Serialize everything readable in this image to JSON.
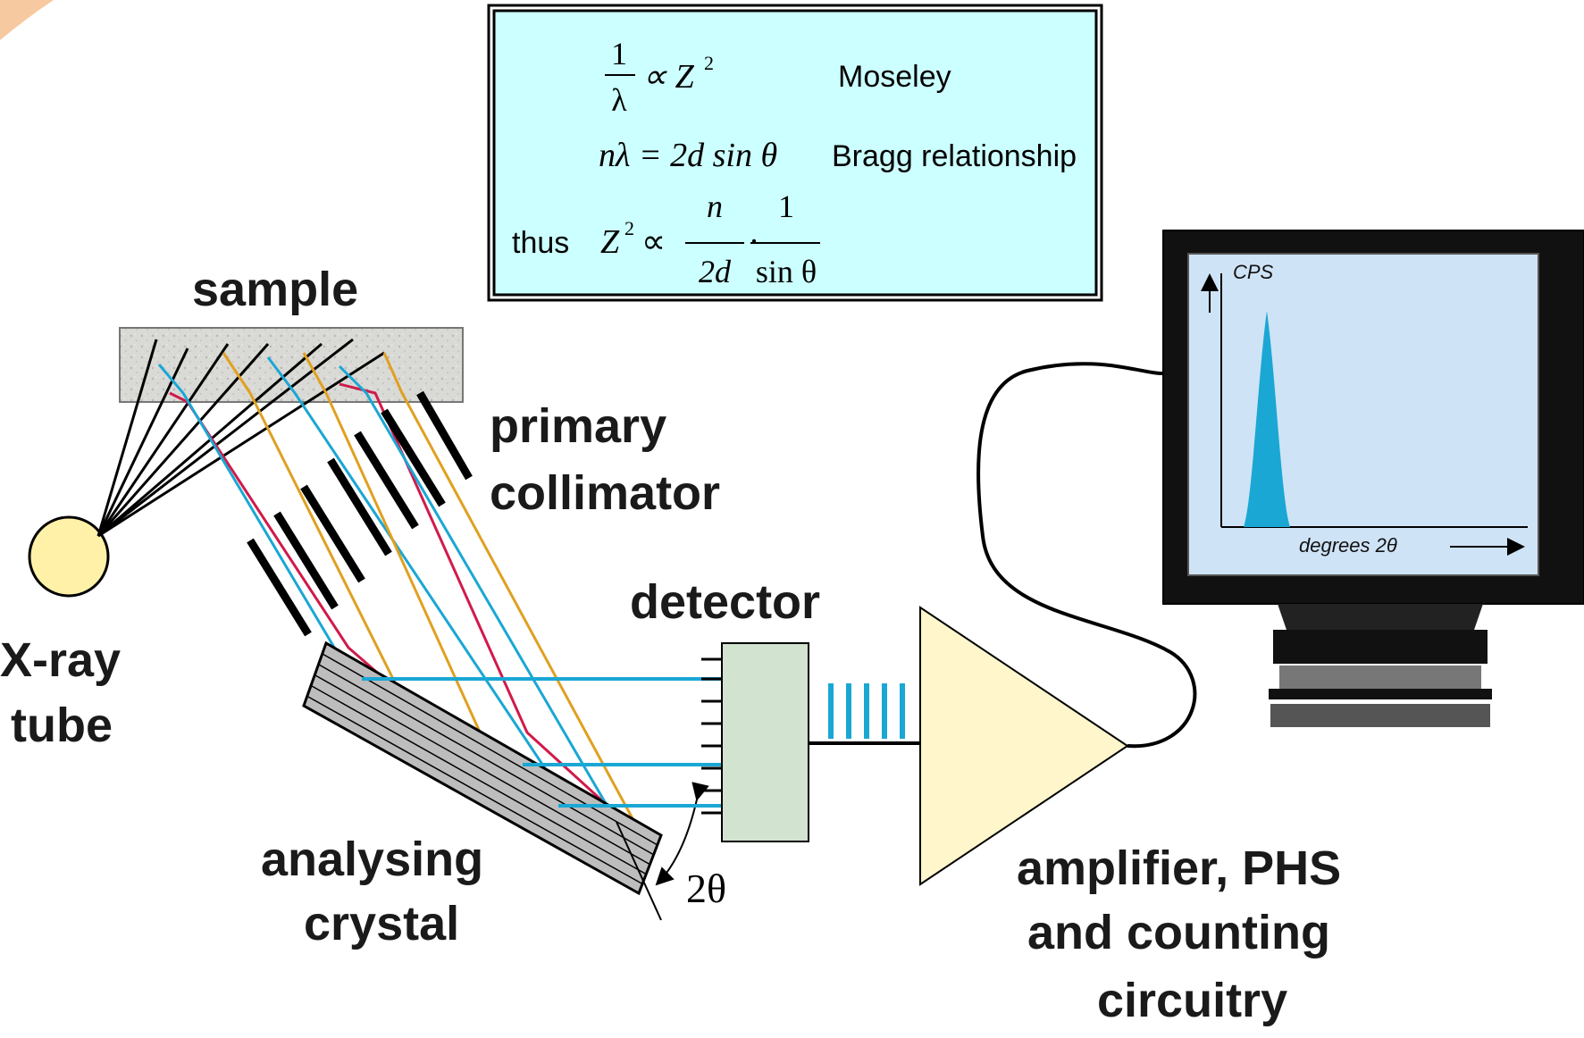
{
  "labels": {
    "sample": "sample",
    "primary": "primary",
    "collimator": "collimator",
    "xray": "X-ray",
    "tube": "tube",
    "detector": "detector",
    "analysing": "analysing",
    "crystal": "crystal",
    "angle": "2θ",
    "amp1": "amplifier, PHS",
    "amp2": "and counting",
    "amp3": "circuitry"
  },
  "equations": {
    "moseley_num": "1",
    "moseley_den": "λ",
    "moseley_rhs": "∝ Z",
    "moseley_exp": "2",
    "moseley_name": "Moseley",
    "bragg_lhs": "nλ = 2d sin θ",
    "bragg_name": "Bragg relationship",
    "thus": "thus",
    "thus_lhs": "Z",
    "thus_exp": "2",
    "thus_prop": "∝",
    "thus_num1": "n",
    "thus_den1": "2d",
    "thus_dot": "·",
    "thus_num2": "1",
    "thus_den2": "sin θ"
  },
  "monitor": {
    "ylabel": "CPS",
    "xlabel": "degrees 2θ"
  },
  "colors": {
    "equation_box": "#ccffff",
    "beam_red": "#d11a4a",
    "beam_cyan": "#1aa7d4",
    "beam_orange": "#e0a020",
    "detector": "#d2e3cf",
    "amplifier": "#fff6cc",
    "tube": "#fff1a8",
    "screen": "#cfe3f6",
    "peak": "#1aa7d4"
  }
}
